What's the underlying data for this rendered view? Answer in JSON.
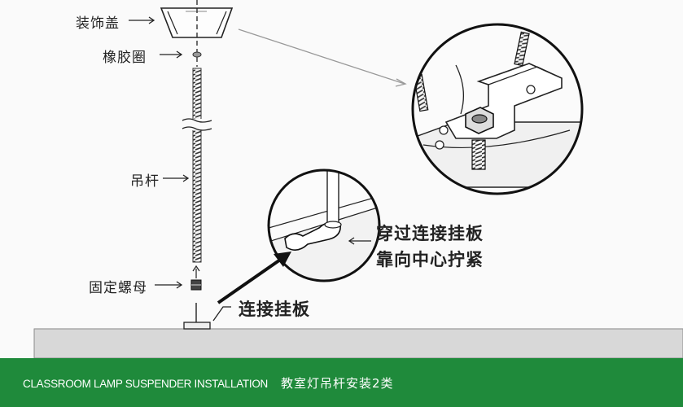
{
  "labels": {
    "decor_cover": "装饰盖",
    "rubber_ring": "橡胶圈",
    "hanging_rod": "吊杆",
    "fixing_nut": "固定螺母",
    "connecting_plate": "连接挂板",
    "instruction_line1": "穿过连接挂板",
    "instruction_line2": "靠向中心拧紧"
  },
  "footer": {
    "english": "CLASSROOM LAMP SUSPENDER INSTALLATION",
    "chinese": "教室灯吊杆安装2类"
  },
  "colors": {
    "footer_bg": "#1f8a3b",
    "ceiling_bg": "#d8d8d8",
    "line": "#222222"
  }
}
